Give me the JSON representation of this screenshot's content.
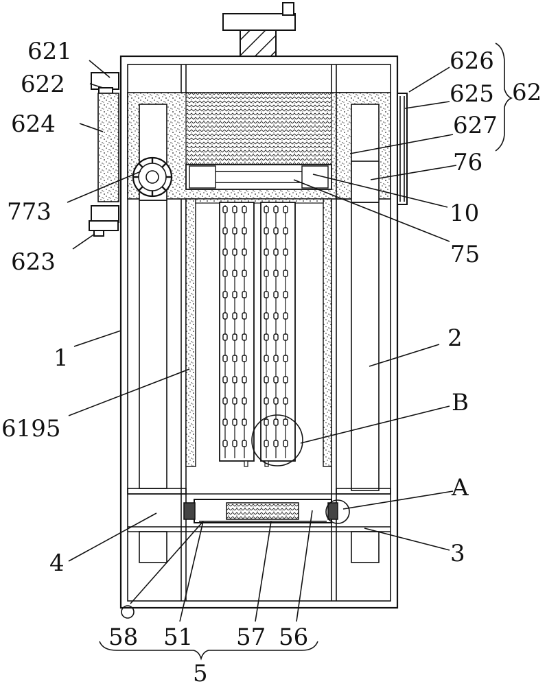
{
  "labels": {
    "l621": "621",
    "l622": "622",
    "l624": "624",
    "l773": "773",
    "l623": "623",
    "l1": "1",
    "l6195": "6195",
    "l4": "4",
    "l58": "58",
    "l51": "51",
    "l57": "57",
    "l56": "56",
    "l5": "5",
    "l626": "626",
    "l625": "625",
    "l62": "62",
    "l627": "627",
    "l76": "76",
    "l10": "10",
    "l75": "75",
    "l2": "2",
    "lB": "B",
    "lA": "A",
    "l3": "3"
  }
}
